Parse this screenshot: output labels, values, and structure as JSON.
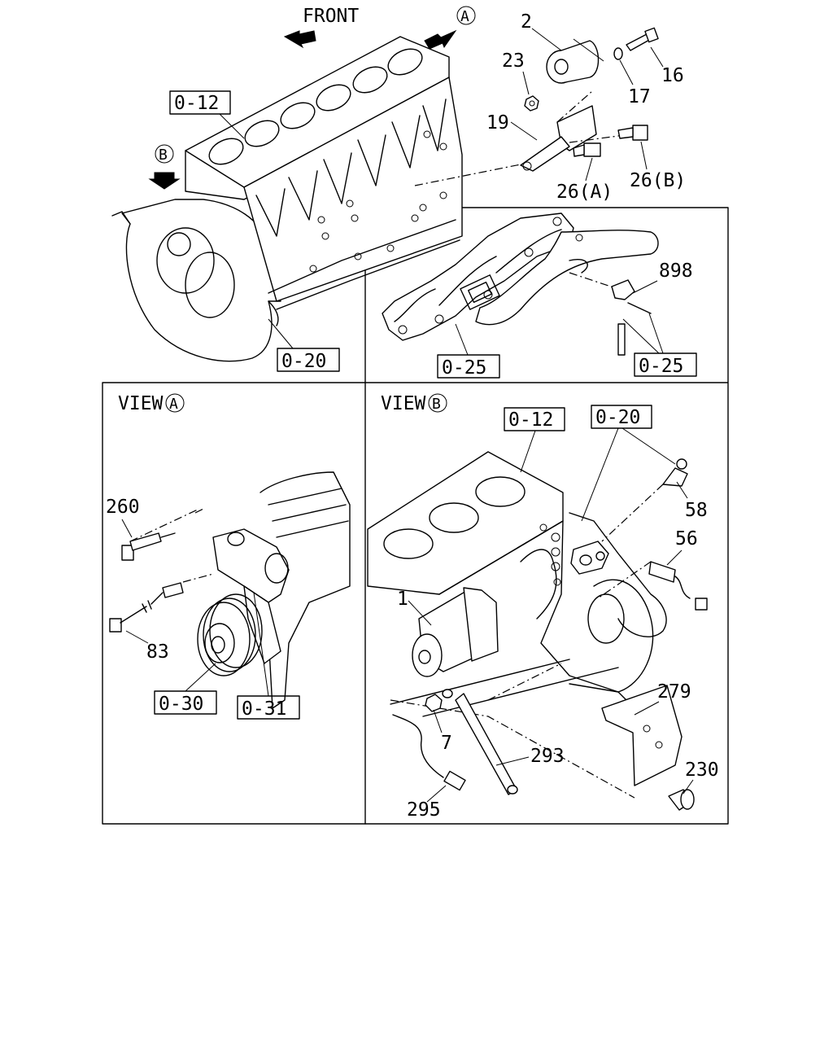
{
  "labels": {
    "front": "FRONT",
    "view_a": "VIEW",
    "view_b": "VIEW",
    "marker_a": "A",
    "marker_b": "B",
    "p2": "2",
    "p16": "16",
    "p17": "17",
    "p23": "23",
    "p19": "19",
    "p26a": "26(A)",
    "p26b": "26(B)",
    "p898": "898",
    "p260": "260",
    "p83": "83",
    "p1": "1",
    "p58": "58",
    "p56": "56",
    "p7": "7",
    "p279": "279",
    "p293": "293",
    "p230": "230",
    "p295": "295"
  },
  "refs": {
    "r012_top": "0-12",
    "r020_top": "0-20",
    "r025_left": "0-25",
    "r025_right": "0-25",
    "r030": "0-30",
    "r031": "0-31",
    "r012_b": "0-12",
    "r020_b": "0-20"
  }
}
